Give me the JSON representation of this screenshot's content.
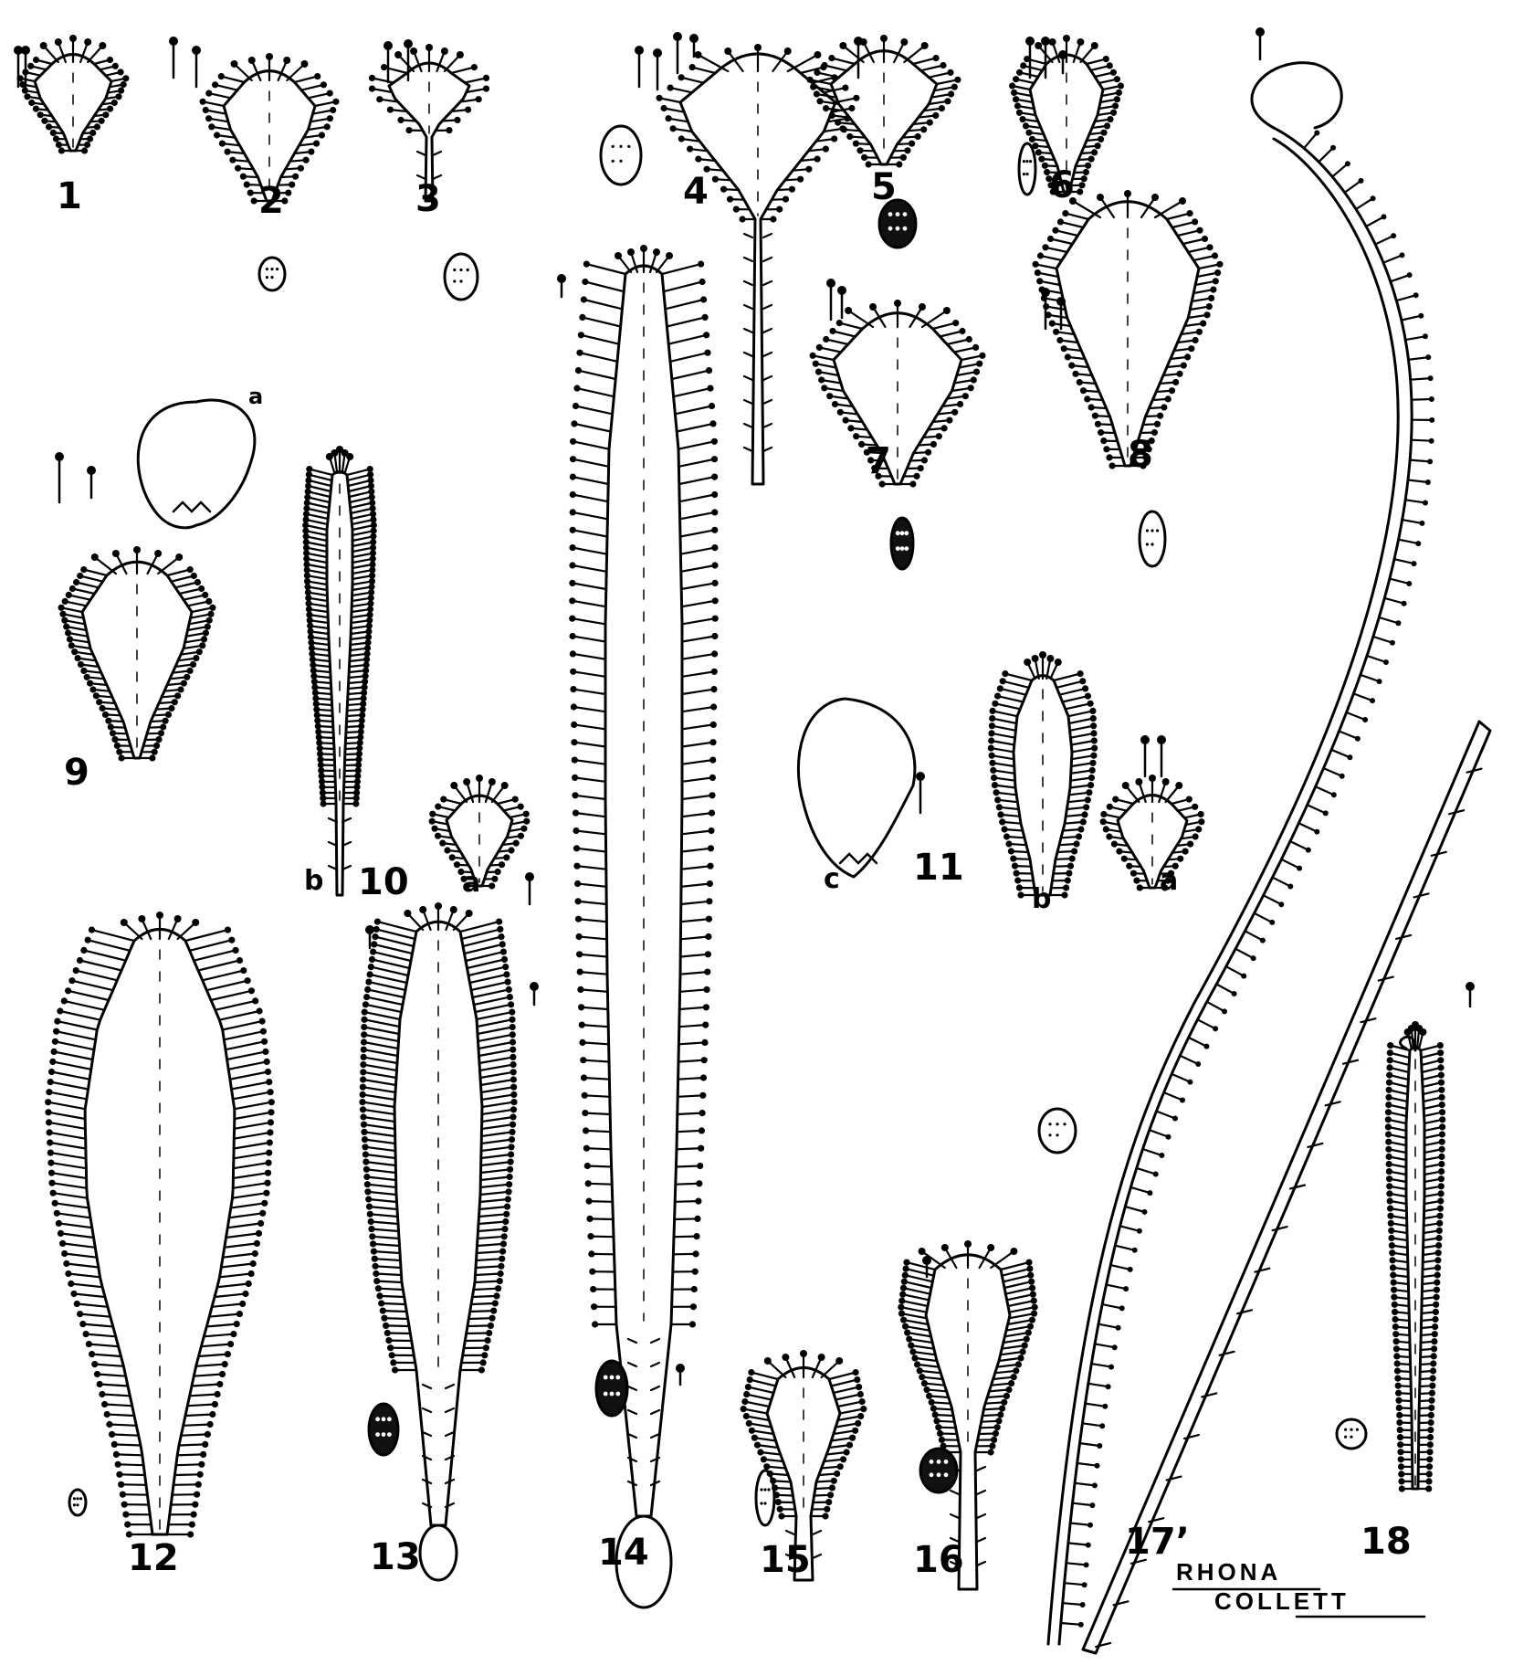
{
  "plate": {
    "figure_numbers": [
      "1",
      "2",
      "3",
      "4",
      "5",
      "6",
      "7",
      "8",
      "9",
      "10",
      "11",
      "12",
      "13",
      "14",
      "15",
      "16",
      "17’",
      "18"
    ],
    "sub_labels": {
      "fig9_a": "a",
      "fig10_b": "b",
      "fig10_a": "a",
      "fig11_c": "c",
      "fig11_b": "b",
      "fig11_a": "a"
    },
    "signature": [
      "RHONA",
      "COLLETT"
    ]
  }
}
